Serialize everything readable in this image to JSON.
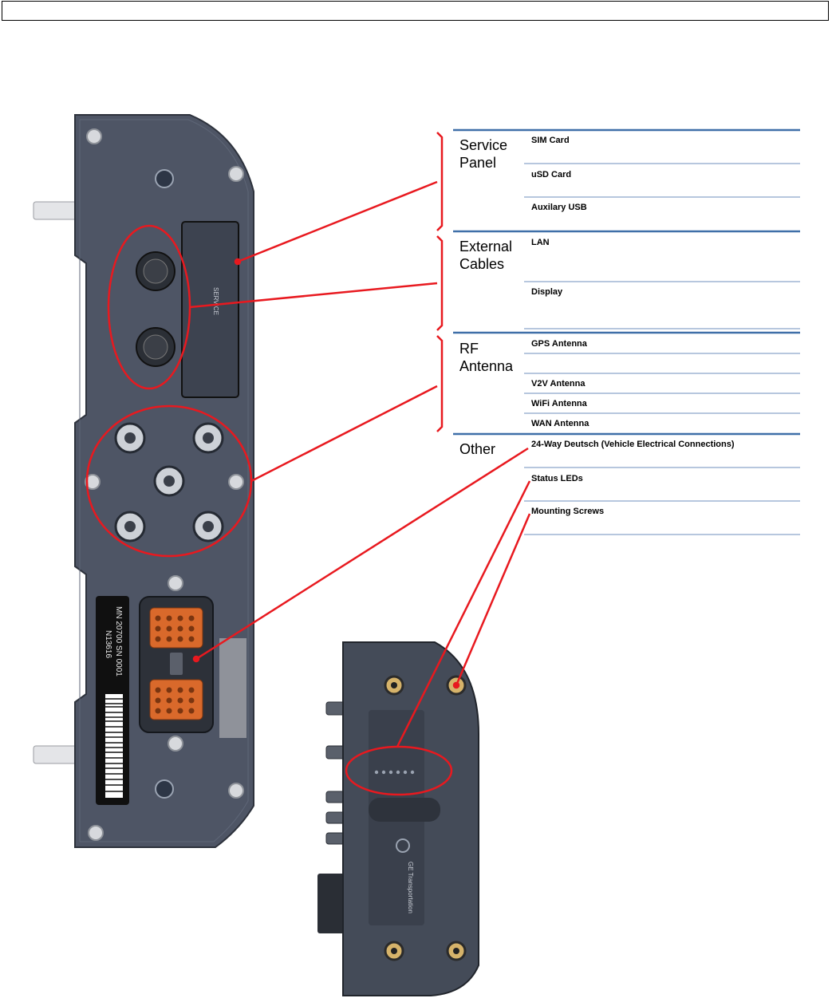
{
  "categories": [
    {
      "id": "service",
      "label": "Service\nPanel",
      "items": [
        "SIM Card",
        "uSD Card",
        "Auxilary USB"
      ]
    },
    {
      "id": "external",
      "label": "External\nCables",
      "items": [
        "LAN",
        "Display"
      ]
    },
    {
      "id": "rf",
      "label": "RF\nAntenna",
      "items": [
        "GPS Antenna",
        "V2V Antenna",
        "WiFi Antenna",
        "WAN Antenna"
      ]
    },
    {
      "id": "other",
      "label": "Other",
      "items": [
        "24-Way Deutsch (Vehicle Electrical Connections)",
        "Status LEDs",
        "Mounting Screws"
      ]
    }
  ],
  "device": {
    "service_label": "SERVICE",
    "sticker_model": "MN  20700   SN  0001",
    "sticker_code": "N13616",
    "brand": "GE Transportation"
  },
  "colors": {
    "annotation": "#e8191f",
    "divider": "#3f6fa8",
    "divider_light": "#b7c7de",
    "panel": "#4f5666",
    "panel_dark": "#3d4350",
    "connector": "#d9692b"
  }
}
